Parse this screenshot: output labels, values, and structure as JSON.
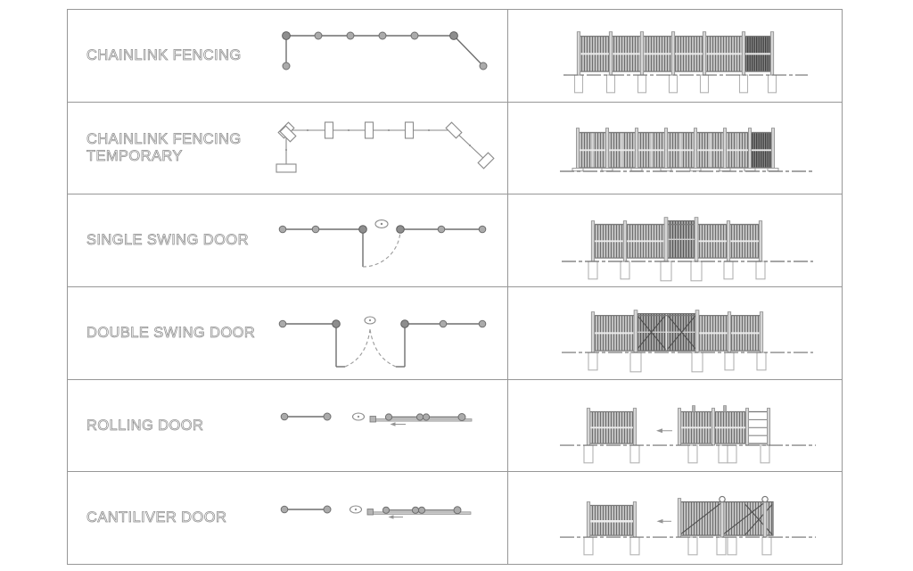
{
  "sheet": {
    "background": "#ffffff",
    "border_color": "#979797"
  },
  "legend": {
    "rows": [
      {
        "label": "CHAINLINK FENCING",
        "plan_icon": "chainlink-fencing-plan-icon",
        "elevation_icon": "chainlink-fencing-elevation-icon"
      },
      {
        "label": "CHAINLINK FENCING\nTEMPORARY",
        "plan_icon": "chainlink-fencing-temporary-plan-icon",
        "elevation_icon": "chainlink-fencing-temporary-elevation-icon"
      },
      {
        "label": "SINGLE SWING DOOR",
        "plan_icon": "single-swing-door-plan-icon",
        "elevation_icon": "single-swing-door-elevation-icon"
      },
      {
        "label": "DOUBLE SWING DOOR",
        "plan_icon": "double-swing-door-plan-icon",
        "elevation_icon": "double-swing-door-elevation-icon"
      },
      {
        "label": "ROLLING DOOR",
        "plan_icon": "rolling-door-plan-icon",
        "elevation_icon": "rolling-door-elevation-icon"
      },
      {
        "label": "CANTILIVER DOOR",
        "plan_icon": "cantiliver-door-plan-icon",
        "elevation_icon": "cantiliver-door-elevation-icon"
      }
    ]
  },
  "colors": {
    "label_text": "#8f8f8f",
    "line": "#6e6e6e",
    "mesh_light": "#9c9c9c",
    "mesh_dark": "#4f4f4f",
    "footing_outline": "#b2b2b2"
  }
}
